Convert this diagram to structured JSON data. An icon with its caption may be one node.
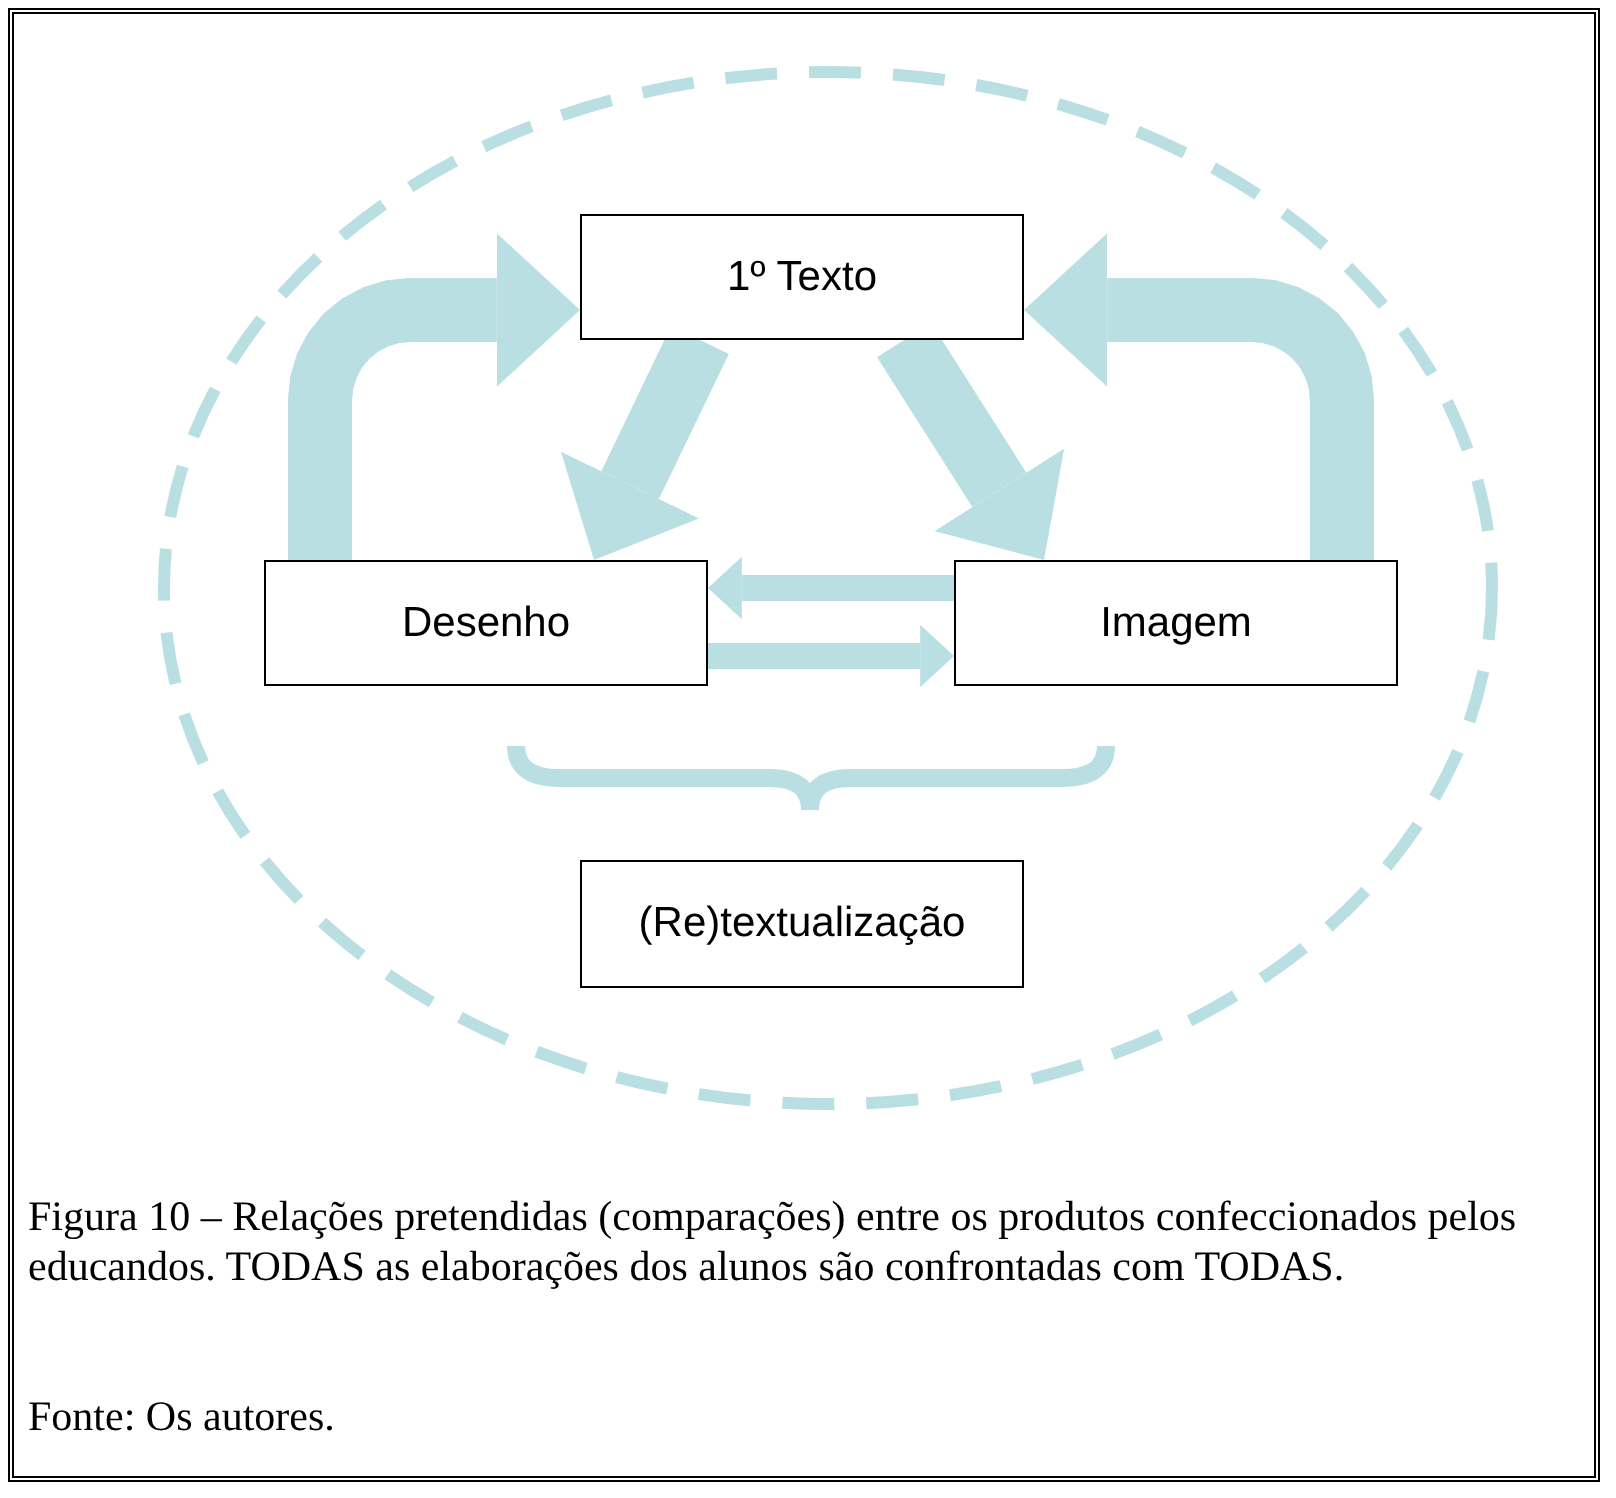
{
  "diagram": {
    "caption": "Figura 10 – Relações pretendidas (comparações) entre os produtos confeccionados pelos educandos. TODAS as elaborações dos alunos são confrontadas com TODAS.",
    "nodes": [
      {
        "text": [
          "1º Texto"
        ]
      },
      {
        "text": [
          "Desenho"
        ]
      },
      {
        "text": [
          "Imagem"
        ]
      },
      {
        "text": [
          "(Re)textualização"
        ]
      }
    ],
    "edges": [
      {
        "from": 0,
        "to": 1,
        "arrow": "to"
      },
      {
        "from": 0,
        "to": 2,
        "arrow": "to"
      },
      {
        "from": 2,
        "to": 1,
        "arrow": "to"
      },
      {
        "from": 1,
        "to": 2,
        "arrow": "to"
      },
      {
        "from": 1,
        "to": 0,
        "arrow": "to"
      },
      {
        "from": 2,
        "to": 0,
        "arrow": "to"
      }
    ],
    "labels": [
      "Fonte: Os autores."
    ]
  }
}
